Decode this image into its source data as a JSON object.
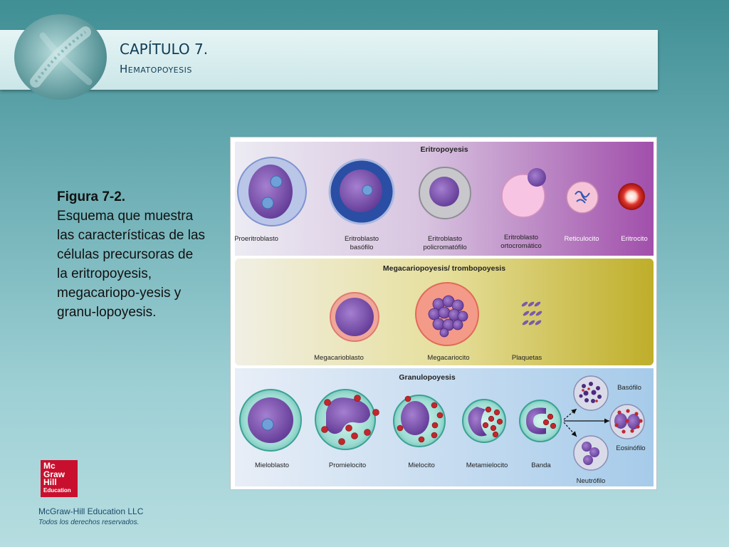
{
  "header": {
    "title": "CAPÍTULO 7.",
    "subtitle": "Hematopoyesis",
    "icon": "chromosome-icon"
  },
  "caption": {
    "label": "Figura 7-2.",
    "text": "Esquema que muestra las características de las células precursoras de la eritropoyesis, megacariopo-yesis y granu-lopoyesis."
  },
  "figure": {
    "erythro": {
      "title": "Eritropoyesis",
      "cells": [
        "Proeritroblasto",
        "Eritroblasto basófilo",
        "Eritroblasto policromatófilo",
        "Eritroblasto ortocromático",
        "Reticulocito",
        "Eritrocito"
      ]
    },
    "mega": {
      "title": "Megacariopoyesis/ trombopoyesis",
      "cells": [
        "Megacarioblasto",
        "Megacariocito",
        "Plaquetas"
      ]
    },
    "granulo": {
      "title": "Granulopoyesis",
      "cells": [
        "Mieloblasto",
        "Promielocito",
        "Mielocito",
        "Metamielocito",
        "Banda",
        "Basófilo",
        "Eosinófilo",
        "Neutrófilo"
      ]
    },
    "colors": {
      "erythro_bg": "#a75ab0",
      "mega_bg": "#c8b838",
      "granulo_bg": "#a9cdea",
      "nucleus": "#7b4fa8",
      "granule_red": "#c1272d"
    }
  },
  "footer": {
    "logo_lines": [
      "Mc",
      "Graw",
      "Hill"
    ],
    "logo_sub": "Education",
    "company": "McGraw-Hill Education LLC",
    "rights": "Todos los derechos reservados."
  }
}
